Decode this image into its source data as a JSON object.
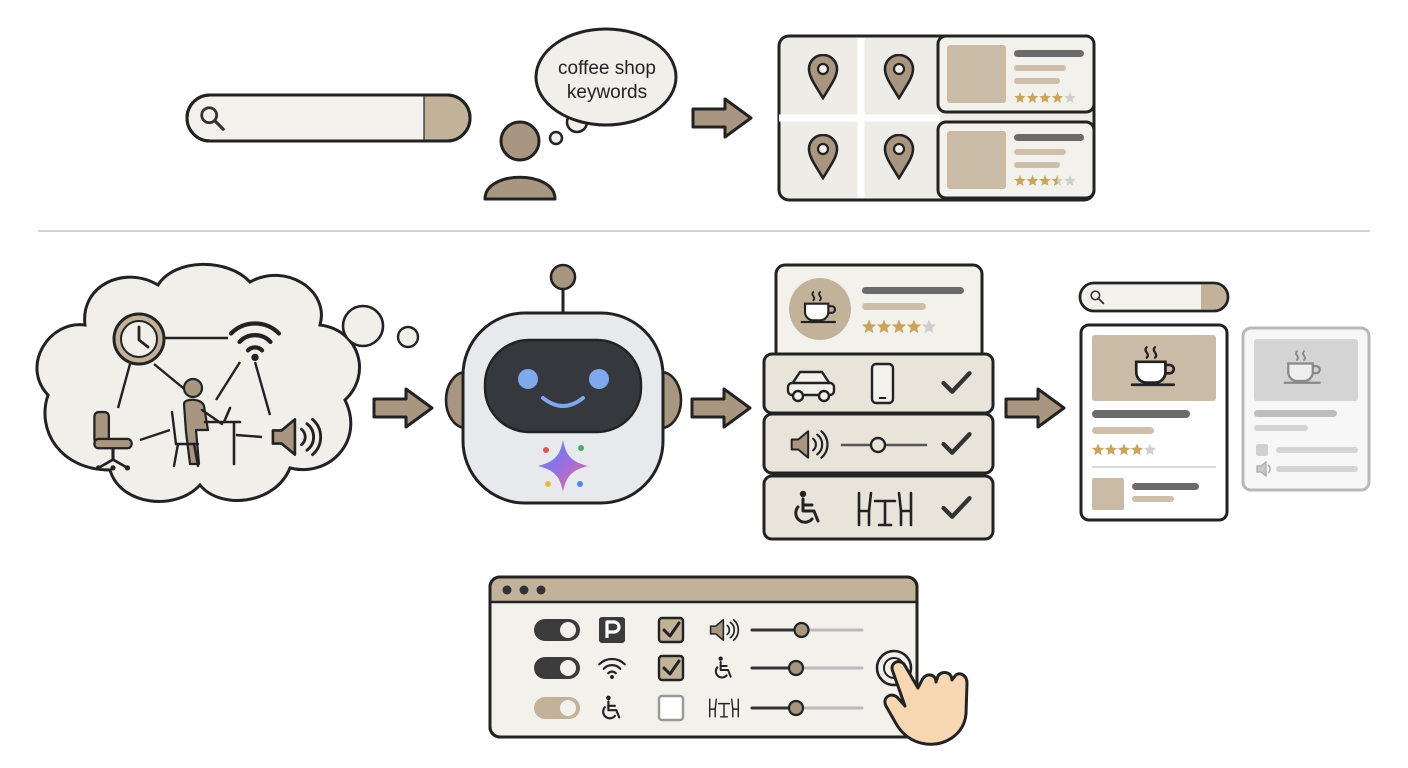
{
  "thought_bubble": {
    "line1": "coffee shop",
    "line2": "keywords"
  },
  "top_results": {
    "ratings": [
      4,
      3.5
    ]
  },
  "venue_card": {
    "rating": 4
  },
  "final_card": {
    "rating": 4
  },
  "control_panel": {
    "rows": [
      {
        "toggle": "on",
        "icon": "parking-icon",
        "checkbox": "checked",
        "slider": 0.45
      },
      {
        "toggle": "on",
        "icon": "wifi-icon",
        "checkbox": "checked",
        "slider": 0.4
      },
      {
        "toggle": "partial",
        "icon": "wheelchair-icon",
        "checkbox": "unchecked",
        "slider": 0.4
      }
    ]
  },
  "colors": {
    "accent": "#c2b29a",
    "dark": "#3b3b3b",
    "paper": "#f1efea",
    "star": "#c9a45c"
  }
}
